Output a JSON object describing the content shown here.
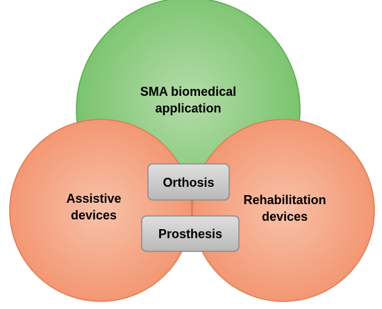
{
  "circles": {
    "top": {
      "lines": [
        "SMA biomedical",
        "application"
      ],
      "fill_light": "#b4dcaa",
      "fill_dark": "#6fbf62",
      "stroke": "#5aaa4e"
    },
    "left": {
      "lines": [
        "Assistive",
        "devices"
      ],
      "fill_light": "#f8c1a9",
      "fill_dark": "#f28f68",
      "stroke": "#e07a50"
    },
    "right": {
      "lines": [
        "Rehabilitation",
        "devices"
      ],
      "fill_light": "#f8c1a9",
      "fill_dark": "#f28f68",
      "stroke": "#e07a50"
    }
  },
  "boxes": {
    "orthosis": {
      "label": "Orthosis"
    },
    "prosthesis": {
      "label": "Prosthesis"
    },
    "fill_light": "#e0e0e0",
    "fill_dark": "#b8b8b8",
    "stroke": "#8a8a8a"
  }
}
